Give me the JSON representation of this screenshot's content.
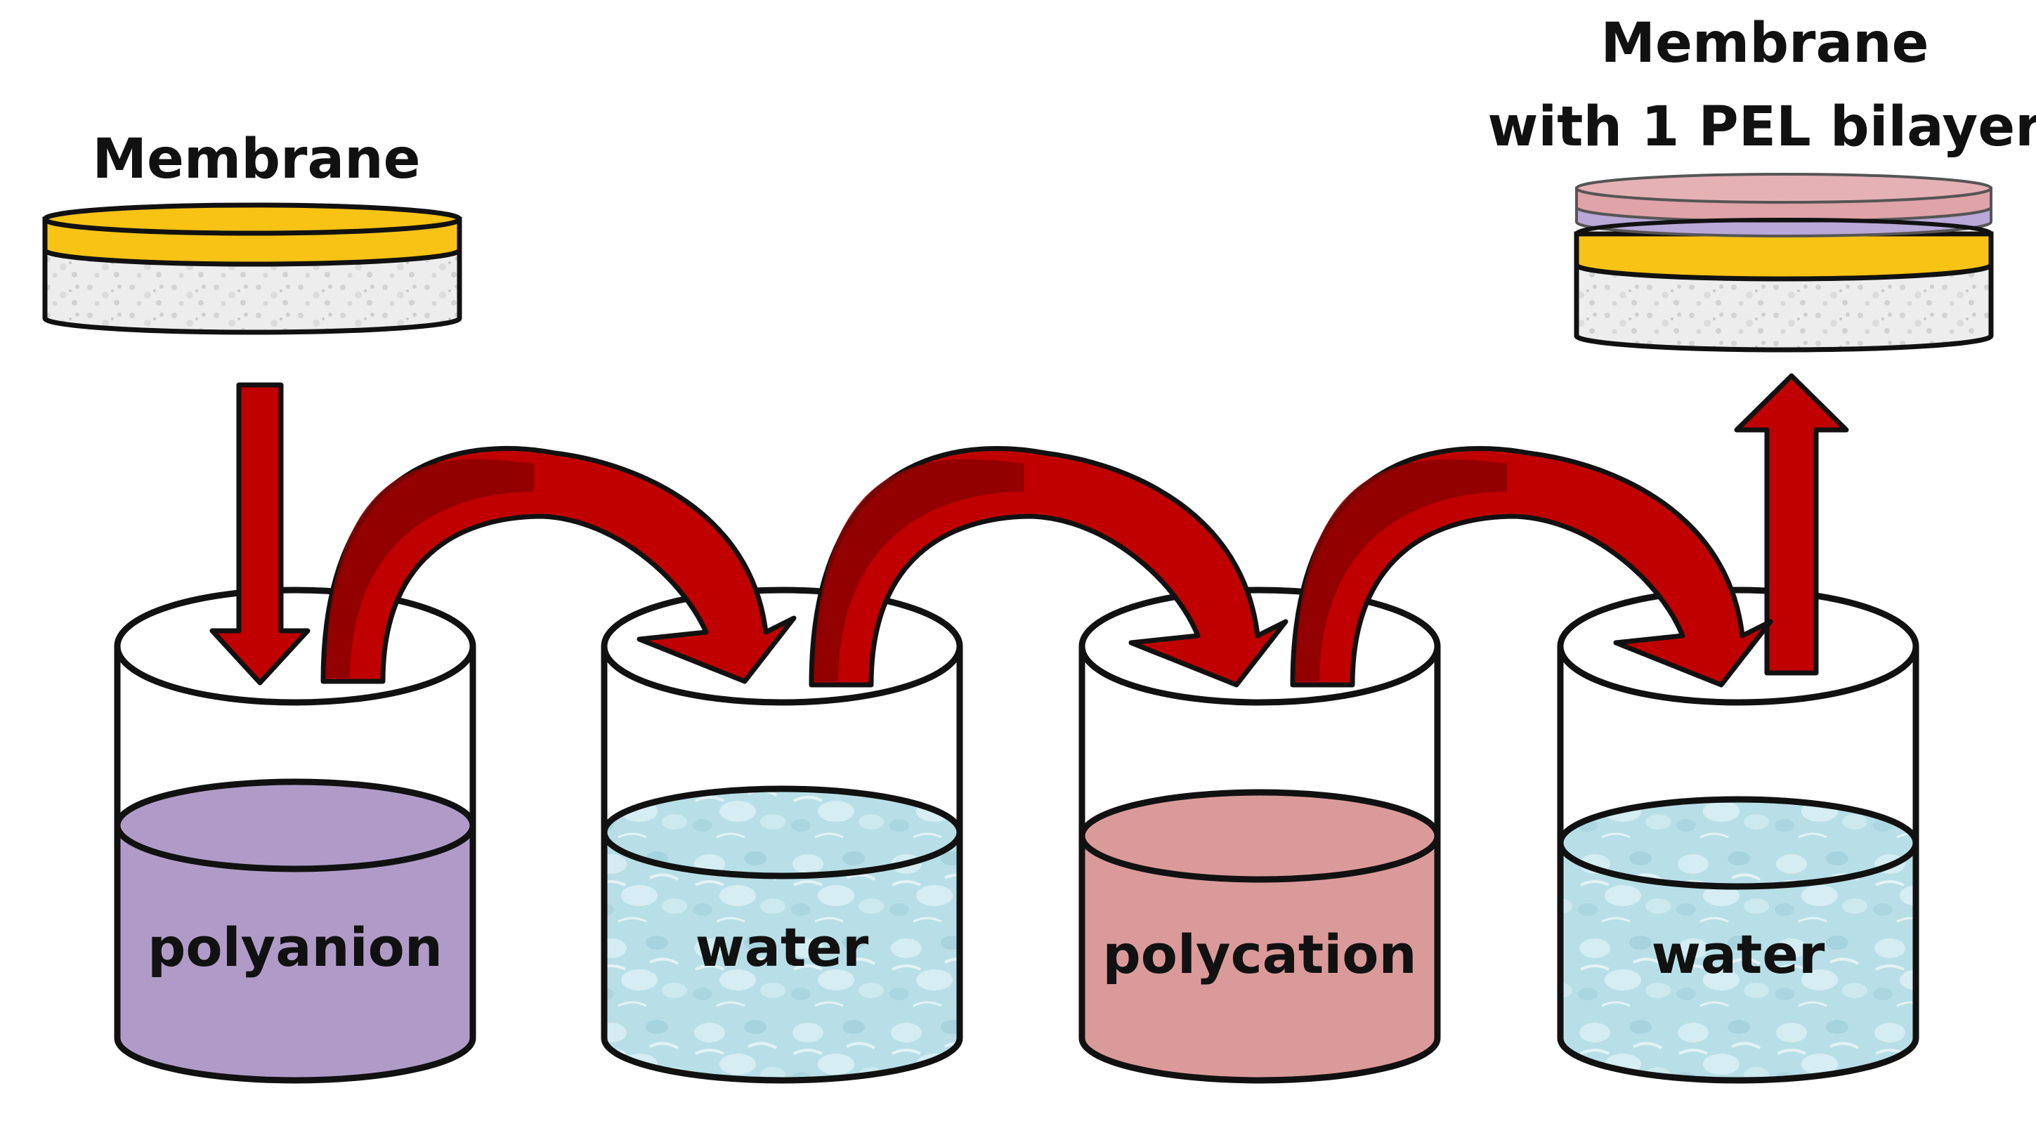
{
  "labels": {
    "membrane_start": "Membrane",
    "membrane_end_line1": "Membrane",
    "membrane_end_line2": "with 1 PEL bilayer"
  },
  "beakers": [
    {
      "id": "polyanion",
      "label": "polyanion",
      "fill": "#b09bc8"
    },
    {
      "id": "water-1",
      "label": "water",
      "fill": "#b5dde6"
    },
    {
      "id": "polycation",
      "label": "polycation",
      "fill": "#db9a9a"
    },
    {
      "id": "water-2",
      "label": "water",
      "fill": "#b5dde6"
    }
  ],
  "colors": {
    "arrow": "#c00000",
    "arrow_dark": "#8a0000",
    "gold_layer": "#f9c315",
    "porous_support": "#ececec",
    "polyanion_layer": "#b9a8d8",
    "polycation_layer": "#dfa3a8"
  },
  "arrows": [
    {
      "name": "down-arrow",
      "icon": "arrow-down-icon"
    },
    {
      "name": "curved-arrow-1",
      "icon": "curved-arrow-icon"
    },
    {
      "name": "curved-arrow-2",
      "icon": "curved-arrow-icon"
    },
    {
      "name": "curved-arrow-3",
      "icon": "curved-arrow-icon"
    },
    {
      "name": "up-arrow",
      "icon": "arrow-up-icon"
    }
  ]
}
